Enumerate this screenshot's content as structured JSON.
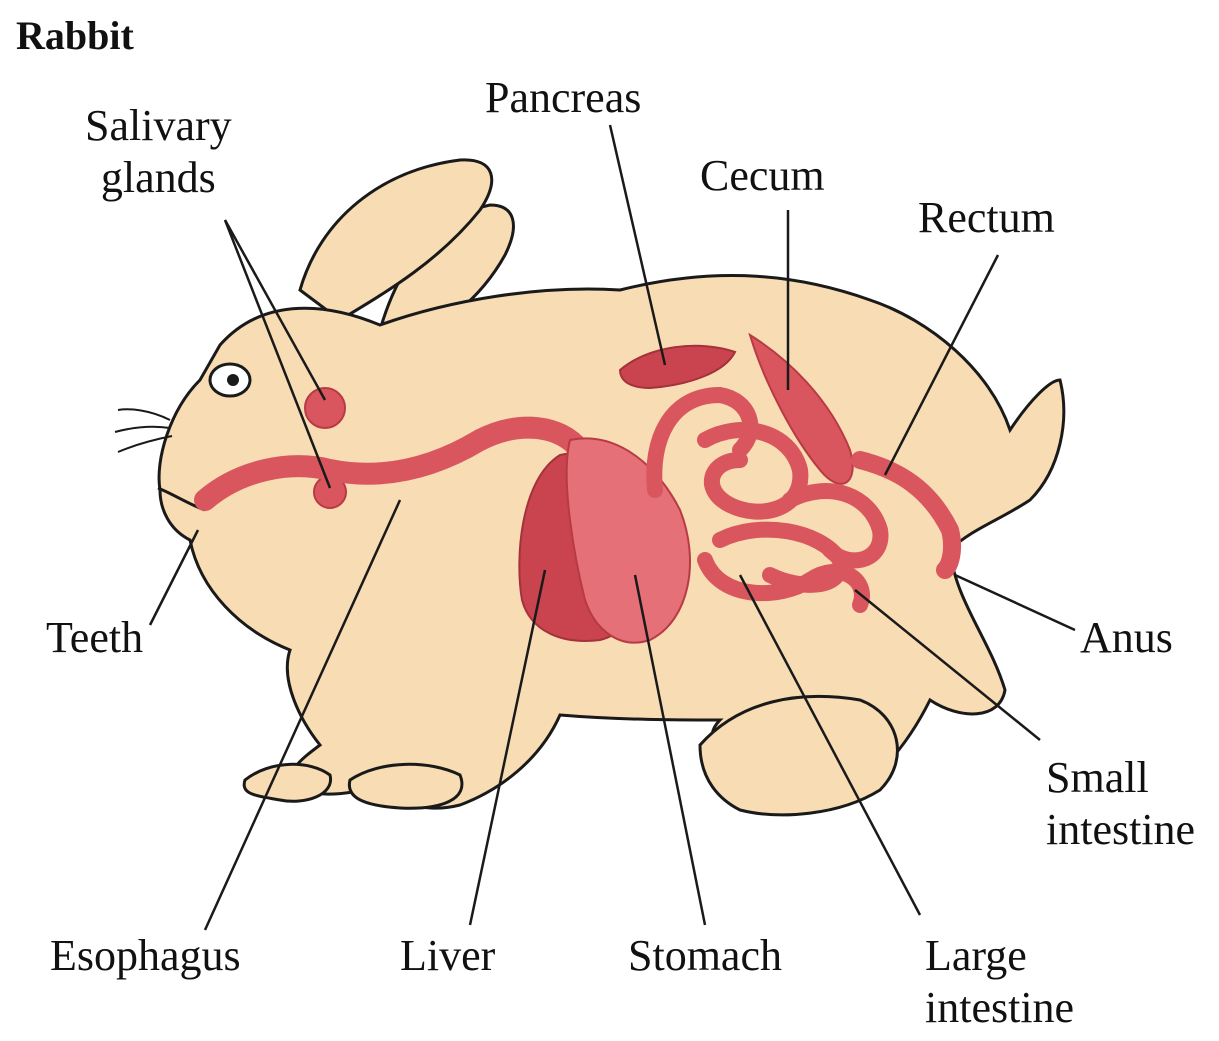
{
  "diagram": {
    "title": "Rabbit",
    "colors": {
      "body_fill": "#f7dcb4",
      "outline": "#1a1a1a",
      "organ_fill": "#d9565f",
      "organ_dark": "#b83a45",
      "organ_light": "#f08a8f",
      "leader_line": "#1a1a1a"
    },
    "labels": {
      "salivary_line1": "Salivary",
      "salivary_line2": "glands",
      "pancreas": "Pancreas",
      "cecum": "Cecum",
      "rectum": "Rectum",
      "teeth": "Teeth",
      "anus": "Anus",
      "small_line1": "Small",
      "small_line2": "intestine",
      "esophagus": "Esophagus",
      "liver": "Liver",
      "stomach": "Stomach",
      "large_line1": "Large",
      "large_line2": "intestine"
    }
  }
}
